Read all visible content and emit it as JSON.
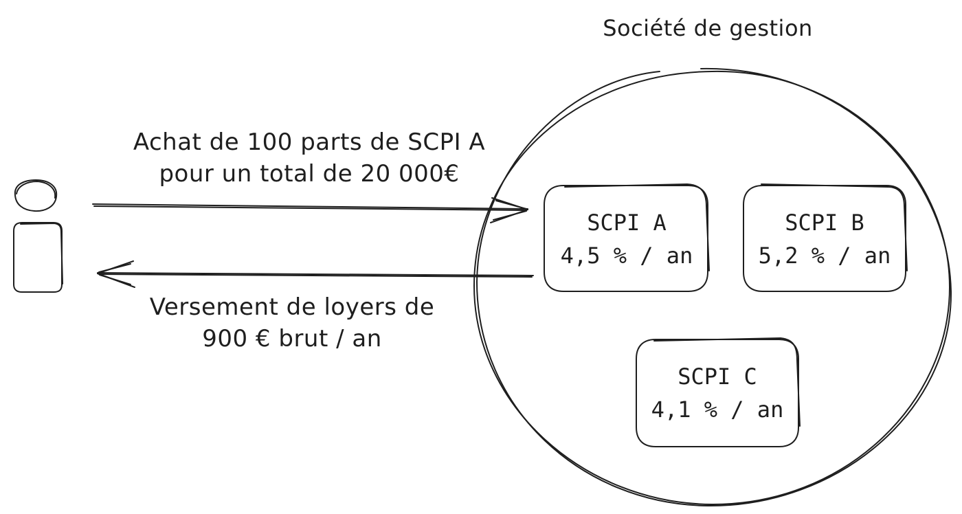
{
  "management_company": {
    "label": "Société de gestion"
  },
  "flows": {
    "purchase": {
      "line1": "Achat de 100 parts de SCPI A",
      "line2": "pour un total de 20 000€"
    },
    "payout": {
      "line1": "Versement de loyers de",
      "line2": "900 € brut / an"
    }
  },
  "scpis": [
    {
      "name": "SCPI A",
      "rate": "4,5 % / an"
    },
    {
      "name": "SCPI B",
      "rate": "5,2 % / an"
    },
    {
      "name": "SCPI C",
      "rate": "4,1 % / an"
    }
  ],
  "colors": {
    "stroke": "#1e1e1e",
    "background": "#ffffff"
  }
}
